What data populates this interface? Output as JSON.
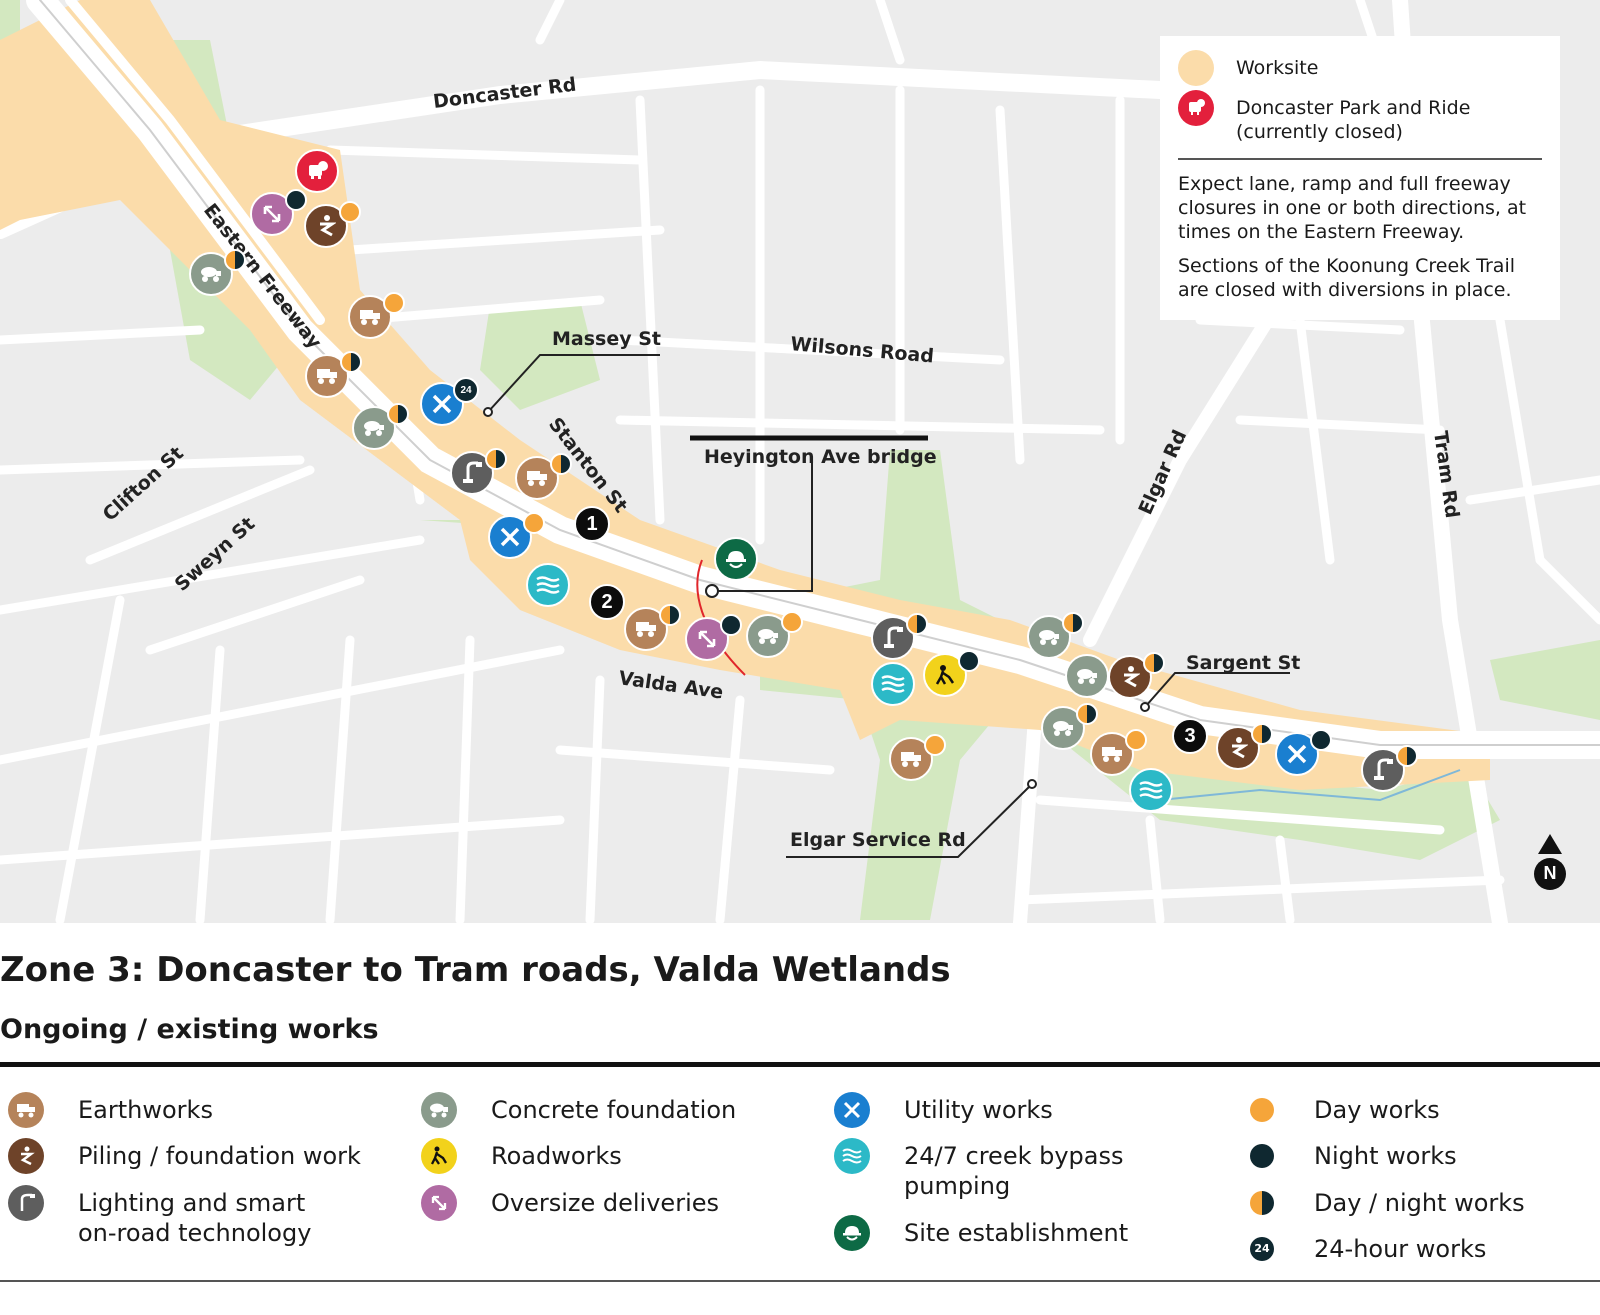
{
  "title": "Zone 3: Doncaster to Tram roads, Valda Wetlands",
  "subtitle": "Ongoing / existing works",
  "map": {
    "streets": {
      "doncaster_rd": "Doncaster Rd",
      "eastern_freeway": "Eastern Freeway",
      "wilsons_road": "Wilsons Road",
      "stanton_st": "Stanton St",
      "clifton_st": "Clifton St",
      "sweyn_st": "Sweyn St",
      "valda_ave": "Valda Ave",
      "elgar_rd": "Elgar Rd",
      "tram_rd": "Tram Rd"
    },
    "callouts": {
      "massey_st": "Massey St",
      "heyington": "Heyington Ave bridge",
      "sargent_st": "Sargent St",
      "elgar_service": "Elgar Service Rd"
    },
    "site_numbers": [
      "1",
      "2",
      "3"
    ],
    "north_label": "N",
    "badge_24": "24",
    "colors": {
      "worksite": "#fbdcaa",
      "park": "#d3e8c0",
      "road_fill": "#ffffff",
      "background": "#ececec",
      "earthworks": "#b5835a",
      "piling": "#6e4329",
      "lighting": "#5e5e5e",
      "concrete": "#8a9b8c",
      "roadworks": "#f2d21b",
      "oversize": "#b06ba3",
      "utility": "#1a7fd0",
      "creek": "#2cb9c7",
      "site_establishment": "#0d6a45",
      "day": "#f5a53a",
      "night": "#0f2830",
      "park_and_ride": "#e3203c"
    }
  },
  "map_legend": {
    "worksite": "Worksite",
    "park_ride_line1": "Doncaster Park and Ride",
    "park_ride_line2": "(currently closed)",
    "note1": "Expect lane, ramp and full freeway closures in one or both directions, at times on the Eastern Freeway.",
    "note2": "Sections of the Koonung Creek Trail are closed with diversions in place."
  },
  "legend": {
    "earthworks": "Earthworks",
    "piling": "Piling / foundation work",
    "lighting_line1": "Lighting and smart",
    "lighting_line2": "on-road technology",
    "concrete": "Concrete foundation",
    "roadworks": "Roadworks",
    "oversize": "Oversize deliveries",
    "utility": "Utility works",
    "creek_line1": "24/7 creek bypass",
    "creek_line2": "pumping",
    "site_establishment": "Site establishment",
    "day": "Day works",
    "night": "Night works",
    "daynight": "Day / night works",
    "h24": "24-hour works",
    "h24_badge": "24"
  }
}
